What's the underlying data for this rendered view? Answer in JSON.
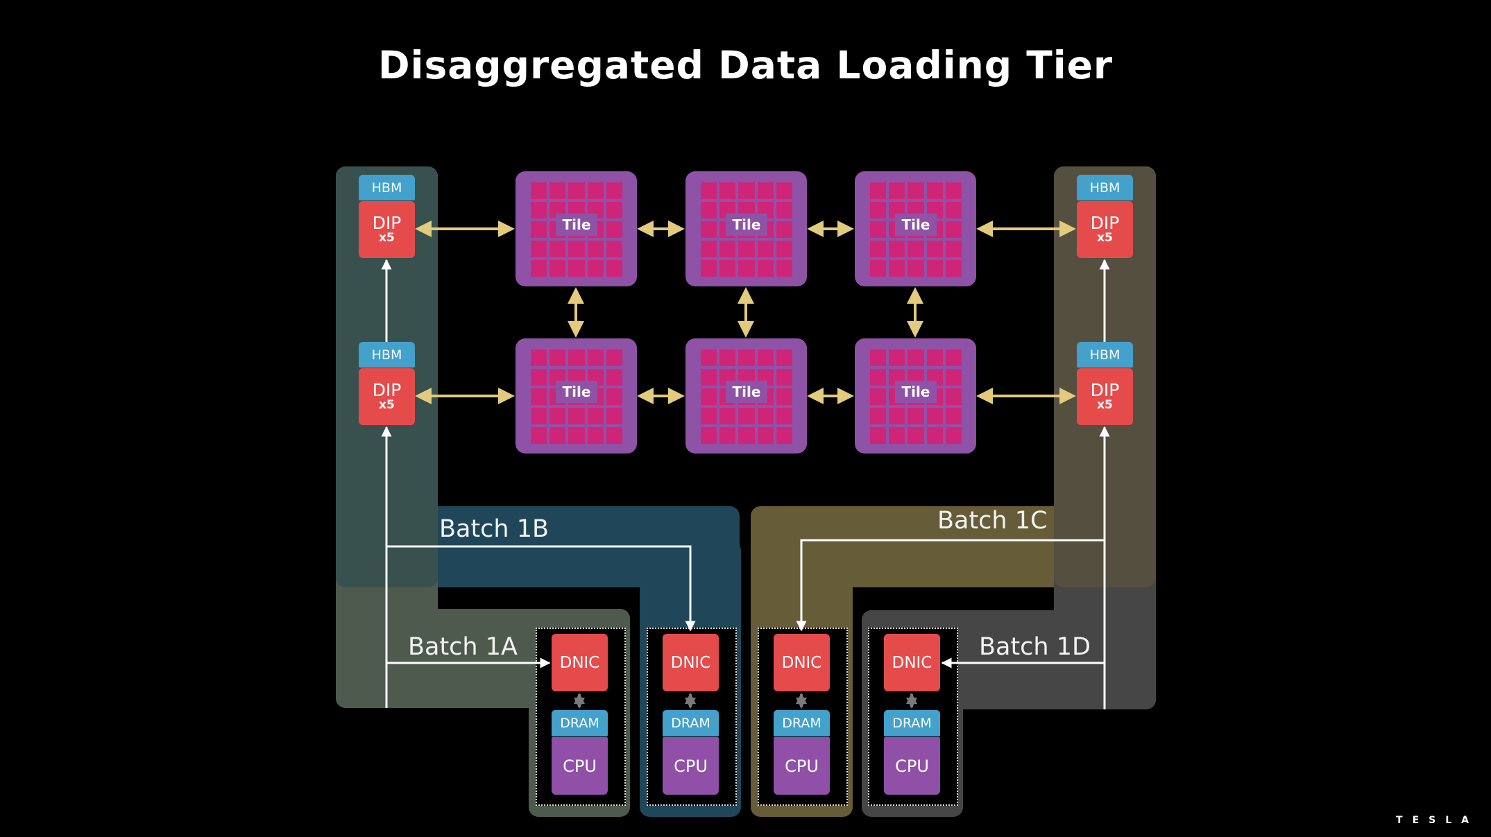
{
  "title": "Disaggregated Data Loading Tier",
  "brand": "TESLA",
  "colors": {
    "background": "#000000",
    "hbm": "#43a1cc",
    "dip": "#e54b4b",
    "tile_frame": "#8e52a6",
    "tile_cell": "#cf2579",
    "dnic": "#e54b4b",
    "dram": "#43a1cc",
    "cpu": "#9050a8",
    "mesh_link": "#e2cb7c",
    "batch_link": "#ffffff",
    "batch_1a": "#4d5a4d",
    "batch_1b": "#1f4759",
    "batch_1c": "#665c38",
    "batch_1d": "#464646"
  },
  "dips": [
    {
      "hbm": "HBM",
      "label": "DIP",
      "multiplier": "x5"
    },
    {
      "hbm": "HBM",
      "label": "DIP",
      "multiplier": "x5"
    },
    {
      "hbm": "HBM",
      "label": "DIP",
      "multiplier": "x5"
    },
    {
      "hbm": "HBM",
      "label": "DIP",
      "multiplier": "x5"
    }
  ],
  "tiles": [
    {
      "label": "Tile"
    },
    {
      "label": "Tile"
    },
    {
      "label": "Tile"
    },
    {
      "label": "Tile"
    },
    {
      "label": "Tile"
    },
    {
      "label": "Tile"
    }
  ],
  "nodes": [
    {
      "batch": "Batch 1A",
      "dnic": "DNIC",
      "dram": "DRAM",
      "cpu": "CPU"
    },
    {
      "batch": "Batch 1B",
      "dnic": "DNIC",
      "dram": "DRAM",
      "cpu": "CPU"
    },
    {
      "batch": "Batch 1C",
      "dnic": "DNIC",
      "dram": "DRAM",
      "cpu": "CPU"
    },
    {
      "batch": "Batch 1D",
      "dnic": "DNIC",
      "dram": "DRAM",
      "cpu": "CPU"
    }
  ]
}
